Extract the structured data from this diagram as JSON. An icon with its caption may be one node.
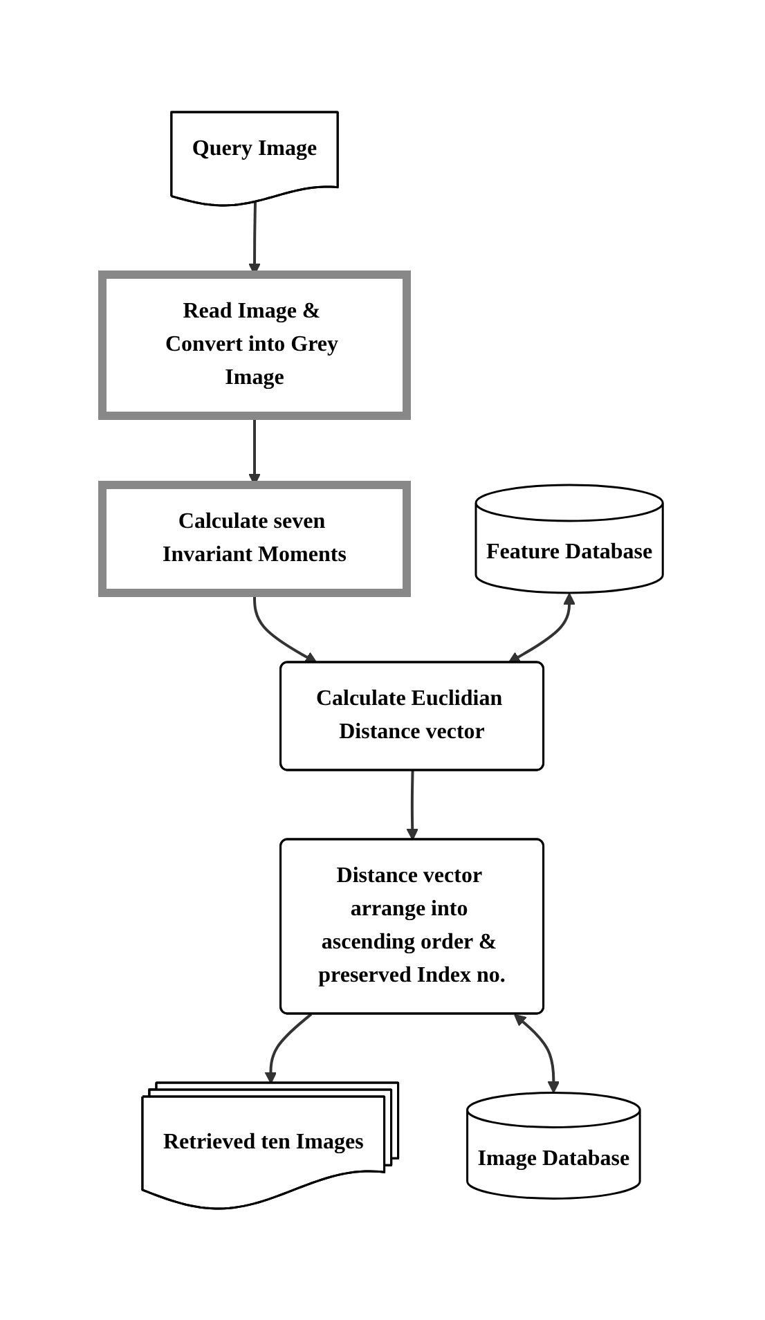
{
  "diagram": {
    "nodes": [
      {
        "text": [
          "Query Image"
        ]
      },
      {
        "text": [
          "Read Image & Convert into Grey Image"
        ]
      },
      {
        "text": [
          "Calculate seven Invariant Moments"
        ]
      },
      {
        "text": [
          "Feature Database"
        ]
      },
      {
        "text": [
          "Calculate Euclidian Distance vector"
        ]
      },
      {
        "text": [
          "Distance vector arrange into ascending order & preserved Index no."
        ]
      },
      {
        "text": [
          "Retrieved ten Images"
        ]
      },
      {
        "text": [
          "Image Database"
        ]
      }
    ],
    "edges": [
      {
        "from": 0,
        "to": 1,
        "arrow": "to"
      },
      {
        "from": 1,
        "to": 2,
        "arrow": "to"
      },
      {
        "from": 2,
        "to": 4,
        "arrow": "to"
      },
      {
        "from": 3,
        "to": 4,
        "arrow": "both"
      },
      {
        "from": 4,
        "to": 5,
        "arrow": "to"
      },
      {
        "from": 5,
        "to": 6,
        "arrow": "to"
      },
      {
        "from": 5,
        "to": 7,
        "arrow": "both"
      }
    ]
  }
}
